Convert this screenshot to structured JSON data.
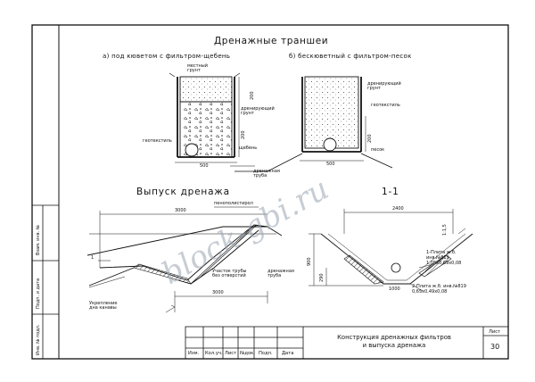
{
  "drawing": {
    "main_title": "Дренажные траншеи",
    "section_a_title": "а) под кюветом с фильтром-щебень",
    "section_b_title": "б) бескюветный с фильтром-песок",
    "outlet_title": "Выпуск дренажа",
    "section_cut_title": "1-1"
  },
  "trench_a": {
    "labels": {
      "local_soil": "местный\nгрунт",
      "drainage_soil": "дренирующий\nгрунт",
      "geotextile": "геотекстиль",
      "crushed_stone": "щебень",
      "drain_pipe": "дренажная\nтруба"
    },
    "dimensions": {
      "width": "500",
      "side_a": "200",
      "side_b": "200"
    }
  },
  "trench_b": {
    "labels": {
      "drainage_soil": "дренирующий\nгрунт",
      "geotextile": "геотекстиль",
      "sand": "песок"
    },
    "dimensions": {
      "width": "500",
      "side": "200"
    }
  },
  "outlet": {
    "labels": {
      "foam_polystyrene": "пенополистирол",
      "pipe_slope": "Укрепление\nдна канавы",
      "pipe_perf": "Участок трубы\nбез отверстий",
      "drain_pipe": "дренажная\nтруба"
    },
    "dimensions": {
      "top": "3000",
      "bottom": "3000",
      "marker": "1"
    }
  },
  "section_cut": {
    "labels": {
      "slab1": "1-Плита ж.б.\nинв.№819\n1,05х0,69х0,08",
      "slab2": "2-Плита ж.б. инв.№819\n0,65х0,49х0,08"
    },
    "dimensions": {
      "top": "2400",
      "slope": "1:1,5",
      "height_a": "900",
      "height_b": "290",
      "width_b": "1000"
    }
  },
  "left_stamp": {
    "cells": [
      "Взам. инв. №",
      "Подп. и дата",
      "Инв. № подл."
    ]
  },
  "title_block": {
    "headers": [
      "Изм.",
      "Кол.уч.",
      "Лист",
      "№док.",
      "Подп.",
      "Дата"
    ],
    "title": "Конструкция дренажных фильтров\nи выпуска дренажа",
    "sheet_label": "Лист",
    "sheet_number": "30"
  },
  "watermark": "block-gbi.ru"
}
